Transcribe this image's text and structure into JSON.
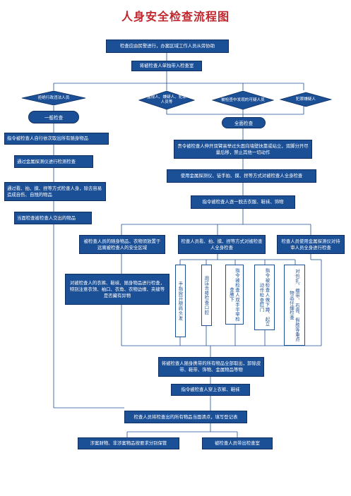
{
  "title": "人身安全检查流程图",
  "nodes": {
    "n1": "检查应由民警进行，办案区域工作人员从旁协助",
    "n2": "将被检查人单独带入检查室",
    "d1": "拒绝行政违法人员",
    "d2": "监视人、嫌疑人、犯罪人员等",
    "d3": "被检查中发现的可疑人员",
    "d4": "犯罪嫌疑人",
    "o1": "一般检查",
    "o2": "全面检查",
    "l1": "指令被检查人自行依次取出所有随身物品",
    "l2": "通过金属探测仪进行检测检查",
    "l3": "通过看、拍、摸、捏等方式检查人身，除去容易造成自伤、自残的物品",
    "l4": "当面检查被检查人交出的物品",
    "r1": "责令被检查人伸开双臂高举过头面向墙壁扶靠或站立，双脚分开尽量后移，禁止其他一切动作",
    "r2": "使用金属探测仪、徒手拍、摸、捏等方式对被检查人全身检查",
    "r3": "指令被检查人逐一脱去衣服、鞋袜、饰物",
    "r4a": "被检查人员的随身物品、衣物须放置于远离被检查人的安全区域",
    "r4b": "检查人员看、拍、摸、捏等方式对被检查人全身检查",
    "r4c": "检查人员使用金属探测仪对待审人员全身进行检查",
    "r5": "对被检查人的衣裤、鞋袜、随身物品进行检查，特别注意衣领、袖口、衣角、衣物边缘、夹缝等是否藏有异物",
    "v1": "手指掀开额肩头发",
    "v2": "用压舌棒检查口腔",
    "v3": "指令被检查人双手平举检查腋下",
    "v4": "指令被检查人做下蹲、起立动作检查肛门",
    "v5": "对包扎、绷带、石膏、假肢等重点物品仔细检查",
    "r6": "将被检查人随身携带的所有物品全部取出，卸除皮带、鞋带、饰物、金属物品等物",
    "r7": "指令被检查人穿上衣裤、鞋袜",
    "b1": "检查人员将检查出的所有物品当面清点，填写登记表",
    "b2": "涉案财物、非涉案物品按要求分别保管",
    "b3": "被检查人员带出检查室"
  }
}
